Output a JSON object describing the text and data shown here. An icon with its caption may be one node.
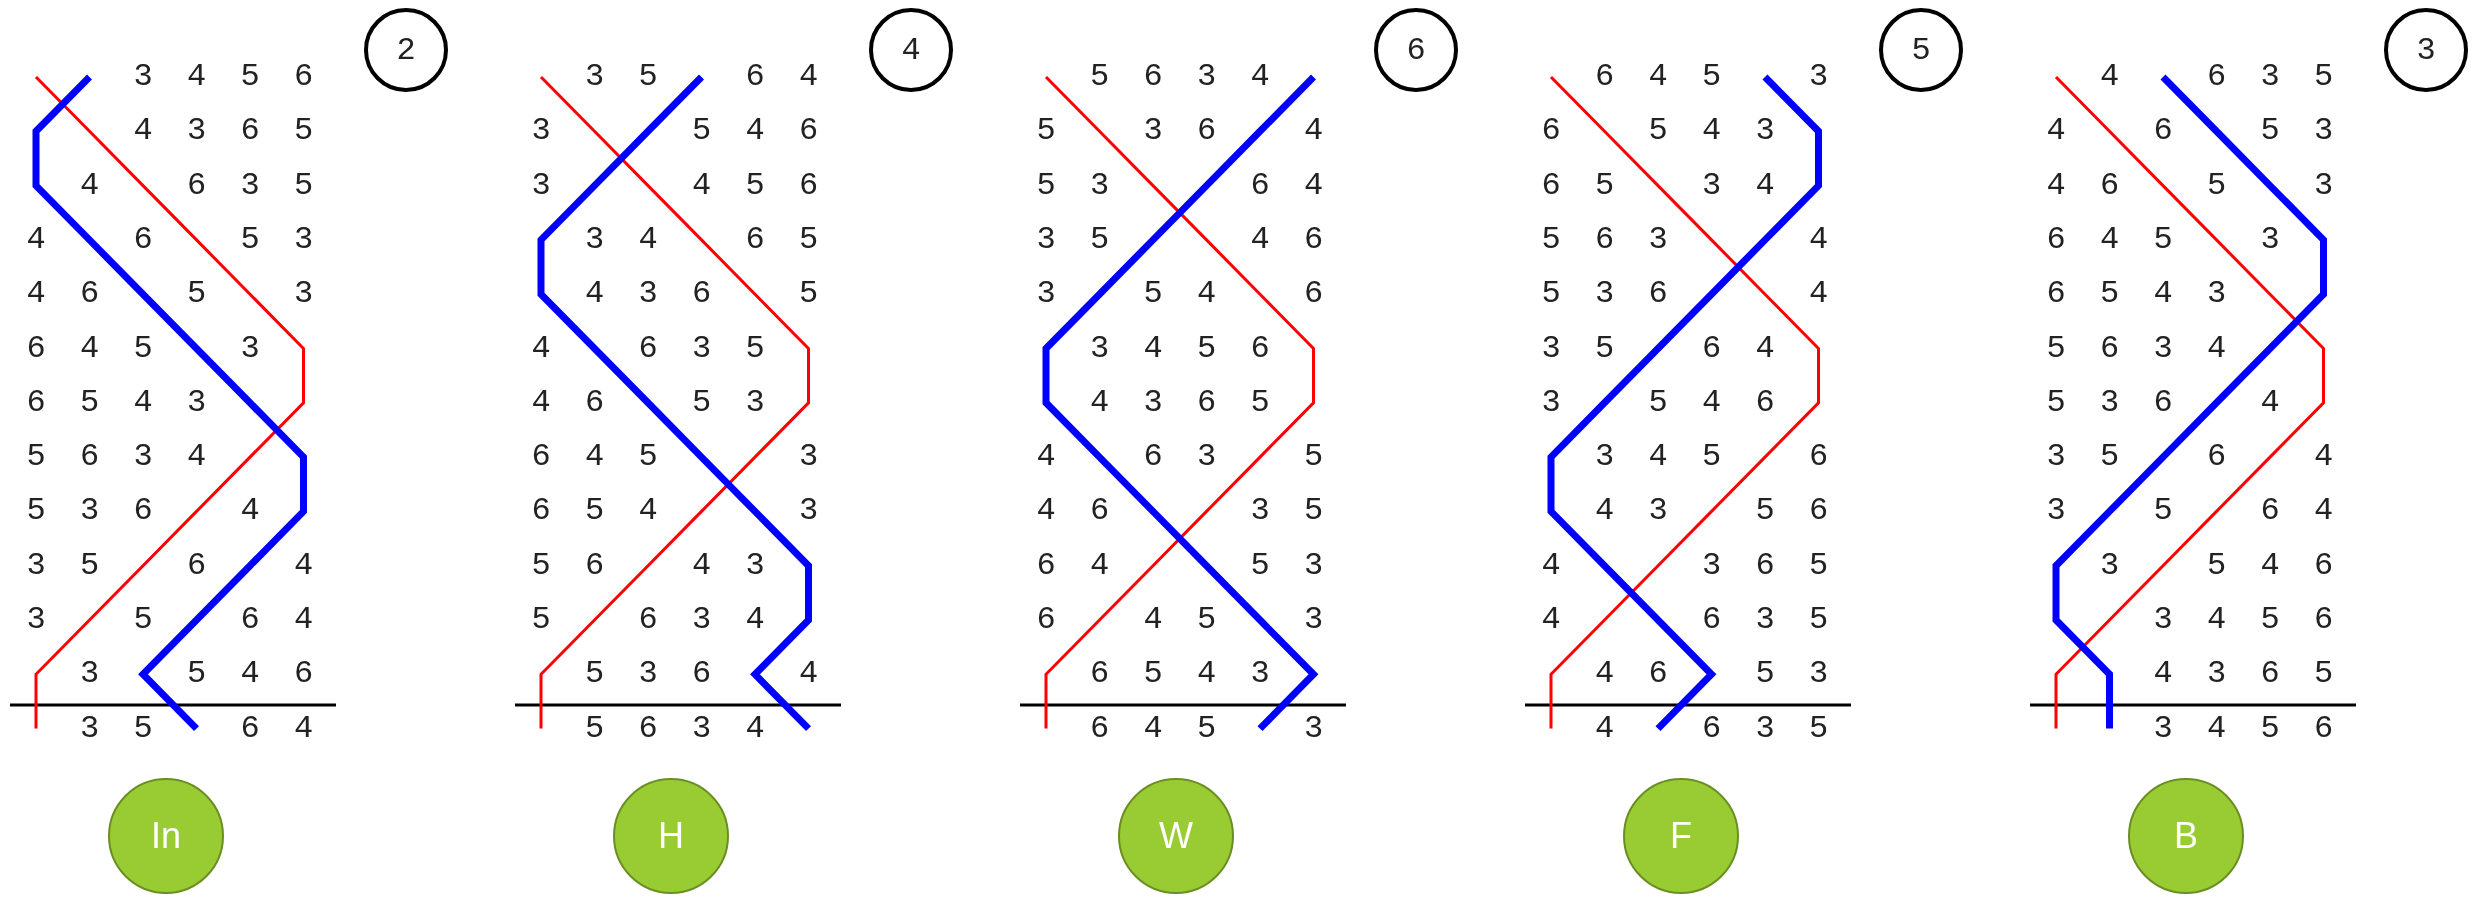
{
  "diagram": {
    "nodes": [
      {
        "text": [
          "2"
        ]
      },
      {
        "text": [
          "4"
        ]
      },
      {
        "text": [
          "6"
        ]
      },
      {
        "text": [
          "5"
        ]
      },
      {
        "text": [
          "3"
        ]
      },
      {
        "text": [
          "In"
        ]
      },
      {
        "text": [
          "H"
        ]
      },
      {
        "text": [
          "W"
        ]
      },
      {
        "text": [
          "F"
        ]
      },
      {
        "text": [
          "B"
        ]
      }
    ],
    "labels": [
      "3",
      "4",
      "5",
      "6",
      "4",
      "3",
      "6",
      "5",
      "4",
      "6",
      "3",
      "5",
      "4",
      "6",
      "5",
      "3",
      "4",
      "6",
      "5",
      "3",
      "6",
      "4",
      "5",
      "3",
      "6",
      "5",
      "4",
      "3",
      "5",
      "6",
      "3",
      "4",
      "5",
      "3",
      "6",
      "4",
      "3",
      "5",
      "6",
      "4",
      "3",
      "5",
      "6",
      "4",
      "3",
      "5",
      "4",
      "6",
      "3",
      "5",
      "6",
      "4",
      "3",
      "5",
      "6",
      "4",
      "3",
      "5",
      "4",
      "6",
      "3",
      "4",
      "5",
      "6",
      "3",
      "4",
      "6",
      "5",
      "4",
      "3",
      "6",
      "5",
      "4",
      "6",
      "3",
      "5",
      "4",
      "6",
      "5",
      "3",
      "6",
      "4",
      "5",
      "3",
      "6",
      "5",
      "4",
      "3",
      "5",
      "6",
      "4",
      "3",
      "5",
      "6",
      "3",
      "4",
      "5",
      "3",
      "6",
      "4",
      "5",
      "6",
      "3",
      "4",
      "5",
      "6",
      "3",
      "4",
      "5",
      "3",
      "6",
      "4",
      "5",
      "3",
      "6",
      "4",
      "3",
      "5",
      "4",
      "6",
      "3",
      "5",
      "4",
      "6",
      "3",
      "4",
      "5",
      "6",
      "4",
      "3",
      "6",
      "5",
      "4",
      "6",
      "3",
      "5",
      "4",
      "6",
      "3",
      "5",
      "6",
      "4",
      "5",
      "3",
      "6",
      "4",
      "5",
      "3",
      "6",
      "5",
      "4",
      "3",
      "6",
      "4",
      "5",
      "3",
      "6",
      "4",
      "5",
      "3",
      "6",
      "5",
      "4",
      "3",
      "6",
      "5",
      "3",
      "4",
      "5",
      "6",
      "3",
      "4",
      "5",
      "3",
      "6",
      "4",
      "3",
      "5",
      "6",
      "4",
      "3",
      "5",
      "4",
      "6",
      "3",
      "4",
      "5",
      "6",
      "4",
      "3",
      "5",
      "6",
      "4",
      "3",
      "6",
      "5",
      "4",
      "6",
      "3",
      "5",
      "4",
      "6",
      "5",
      "3",
      "4",
      "6",
      "3",
      "5",
      "4",
      "6",
      "3",
      "5",
      "4",
      "6",
      "5",
      "3",
      "4",
      "6",
      "5",
      "3",
      "6",
      "4",
      "5",
      "3",
      "6",
      "5",
      "4",
      "3",
      "5",
      "6",
      "3",
      "4",
      "5",
      "3",
      "6",
      "4",
      "3",
      "5",
      "6",
      "4",
      "3",
      "5",
      "6",
      "4",
      "3",
      "5",
      "4",
      "6",
      "3",
      "4",
      "5",
      "6",
      "4",
      "3",
      "6",
      "5",
      "3",
      "4",
      "5",
      "6"
    ]
  }
}
